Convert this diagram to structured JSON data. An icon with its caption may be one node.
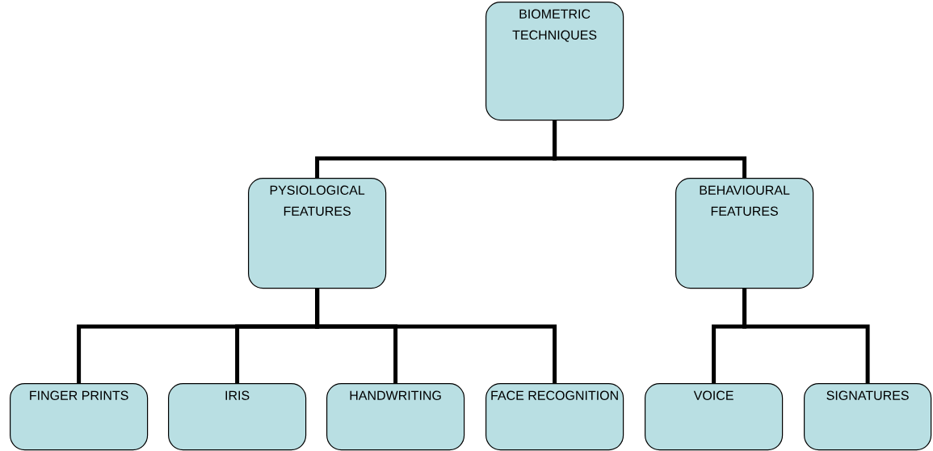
{
  "diagram": {
    "nodes": [
      {
        "text": [
          "BIOMETRIC TECHNIQUES"
        ]
      },
      {
        "text": [
          "PYSIOLOGICAL FEATURES"
        ]
      },
      {
        "text": [
          "BEHAVIOURAL FEATURES"
        ]
      },
      {
        "text": [
          "FINGER PRINTS"
        ]
      },
      {
        "text": [
          "IRIS"
        ]
      },
      {
        "text": [
          "HANDWRITING"
        ]
      },
      {
        "text": [
          "FACE RECOGNITION"
        ]
      },
      {
        "text": [
          "VOICE"
        ]
      },
      {
        "text": [
          "SIGNATURES"
        ]
      }
    ],
    "edges": [
      {
        "from": 0,
        "to": 1,
        "arrow": "none"
      },
      {
        "from": 0,
        "to": 2,
        "arrow": "none"
      },
      {
        "from": 1,
        "to": 3,
        "arrow": "none"
      },
      {
        "from": 1,
        "to": 4,
        "arrow": "none"
      },
      {
        "from": 1,
        "to": 5,
        "arrow": "none"
      },
      {
        "from": 1,
        "to": 6,
        "arrow": "none"
      },
      {
        "from": 2,
        "to": 7,
        "arrow": "none"
      },
      {
        "from": 2,
        "to": 8,
        "arrow": "none"
      }
    ]
  }
}
